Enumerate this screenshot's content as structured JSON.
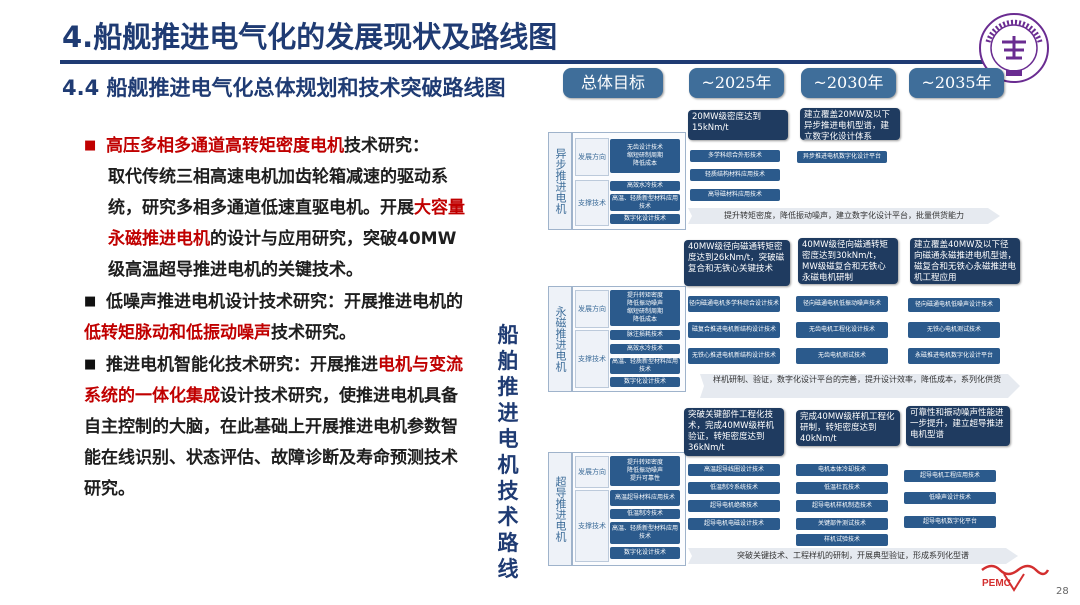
{
  "title": "4.船舰推进电气化的发展现状及路线图",
  "subtitle": "4.4 船舰推进电气化总体规划和技术突破路线图",
  "logo": {
    "top_text": "TSINGHUA UNIVERSITY",
    "year": "1911"
  },
  "body": {
    "b1_red": "高压多相多通道高转矩密度电机",
    "b1_tail": "技术研究：",
    "b1_cont1": "取代传统三相高速电机加齿轮箱减速的驱动系统，研究多相多通道低速直驱电机。开展",
    "b1_red2": "大容量永磁推进电机",
    "b1_cont2": "的设计与应用研究，突破40MW级高温超导推进电机的关键技术。",
    "b2_head": "低噪声推进电机设计技术研究：开展推进电机的",
    "b2_red": "低转矩脉动和低振动噪声",
    "b2_tail": "技术研究。",
    "b3_head": "推进电机智能化技术研究：开展推进",
    "b3_red": "电机与变流系统的一体化集成",
    "b3_tail": "设计技术研究，使推进电机具备自主控制的大脑，在此基础上开展推进电机参数智能在线识别、状态评估、故障诊断及寿命预测技术研究。"
  },
  "roadmap": {
    "headers": [
      "总体目标",
      "~2025年",
      "~2030年",
      "~2035年"
    ],
    "vertical_title": "船舶推进电机技术路线",
    "sections": [
      {
        "label": "异步推进电机",
        "sub1": "发展方向",
        "sub2": "支撑技术",
        "chips1": [
          "无齿设计技术",
          "缩短研制周期",
          "降低成本"
        ],
        "chips2": [
          "高效水冷技术",
          "高温、轻质新型材料应用技术",
          "数字化设计技术"
        ],
        "goals": [
          "20MW级密度达到15kNm/t",
          "建立覆盖20MW及以下异步推进电机型谱，建立数字化设计体系"
        ],
        "mids": [
          "多学科综合外形技术",
          "轻质结构材料应用技术",
          "高导磁材料应用技术",
          "异步推进电机数字化设计平台"
        ],
        "arrow": "提升转矩密度，降低振动噪声，建立数字化设计平台，批量供货能力"
      },
      {
        "label": "永磁推进电机",
        "sub1": "发展方向",
        "sub2": "支撑技术",
        "chips1": [
          "提升转矩密度",
          "降低振动噪声",
          "缩短研制周期",
          "降低成本"
        ],
        "chips2": [
          "脉注损耗技术",
          "高效水冷技术",
          "高温、轻质新型材料应用技术",
          "数字化设计技术"
        ],
        "goals": [
          "40MW级径向磁通转矩密度达到26kNm/t，突破磁复合和无铁心关键技术",
          "40MW级径向磁通转矩密度达到30kNm/t，MW级磁复合和无铁心永磁电机研制",
          "建立覆盖40MW及以下径向磁通永磁推进电机型谱，磁复合和无铁心永磁推进电机工程应用"
        ],
        "mids": [
          "径向磁通电机多学科综合设计技术",
          "磁复合推进电机新结构设计技术",
          "无铁心推进电机新结构设计技术",
          "径向磁通电机低振动噪声技术",
          "无齿电机工程化设计技术",
          "无齿电机测试技术",
          "径向磁通电机低噪声设计技术",
          "无铁心电机测试技术",
          "永磁推进电机数字化设计平台"
        ],
        "arrow": "样机研制、验证，数字化设计平台的完善，提升设计效率，降低成本，系列化供货"
      },
      {
        "label": "超导推进电机",
        "sub1": "发展方向",
        "sub2": "支撑技术",
        "chips1": [
          "提升转矩密度",
          "降低振动噪声",
          "提升可靠性"
        ],
        "chips2": [
          "高温超导材料应用技术",
          "低温制冷技术",
          "高温、轻质新型材料应用技术",
          "数字化设计技术"
        ],
        "goals": [
          "突破关键部件工程化技术，完成40MW级样机验证，转矩密度达到36kNm/t",
          "完成40MW级样机工程化研制，转矩密度达到40kNm/t",
          "可靠性和振动噪声性能进一步提升，建立超导推进电机型谱"
        ],
        "mids": [
          "高温超导线圈设计技术",
          "低温制冷系统技术",
          "超导电机绝缘技术",
          "超导电机电磁设计技术",
          "电机本体冷却技术",
          "低温杜瓦技术",
          "超导电机样机制造技术",
          "关键部件测试技术",
          "样机试验技术",
          "超导电机工程应用技术",
          "低噪声设计技术",
          "超导电机数字化平台"
        ],
        "arrow": "突破关键技术、工程样机的研制，开展典型验证，形成系列化型谱"
      }
    ]
  },
  "footer": {
    "brand": "PEMC",
    "page": "28"
  }
}
